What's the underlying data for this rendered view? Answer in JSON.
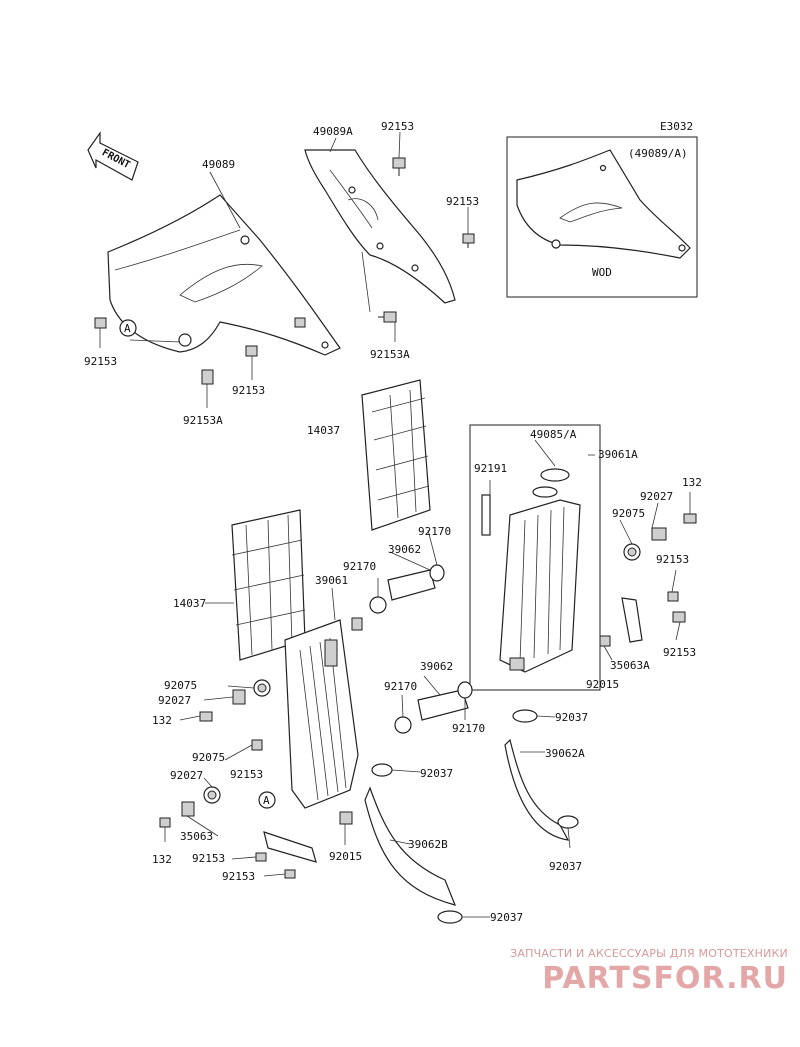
{
  "diagram_code": "E3032",
  "front_label": "FRONT",
  "inset": {
    "title": "(49089/A)",
    "variant": "WOD"
  },
  "callout_letter": "A",
  "labels": [
    "49089",
    "49089A",
    "92153",
    "92153",
    "92153",
    "92153A",
    "92153",
    "92153A",
    "14037",
    "49085/A",
    "39061A",
    "92191",
    "132",
    "92027",
    "92075",
    "92153",
    "92170",
    "39062",
    "92170",
    "14037",
    "39061",
    "35063A",
    "92153",
    "92015",
    "92075",
    "92027",
    "132",
    "39062",
    "92170",
    "92170",
    "92037",
    "92075",
    "92027",
    "92153",
    "92037",
    "39062A",
    "35063",
    "132",
    "92153",
    "92015",
    "39062B",
    "92153",
    "92037",
    "92037"
  ],
  "watermark": {
    "caption": "ЗАПЧАСТИ И АКСЕССУАРЫ ДЛЯ МОТОТЕХНИКИ",
    "logo": "PARTSFOR.RU"
  }
}
